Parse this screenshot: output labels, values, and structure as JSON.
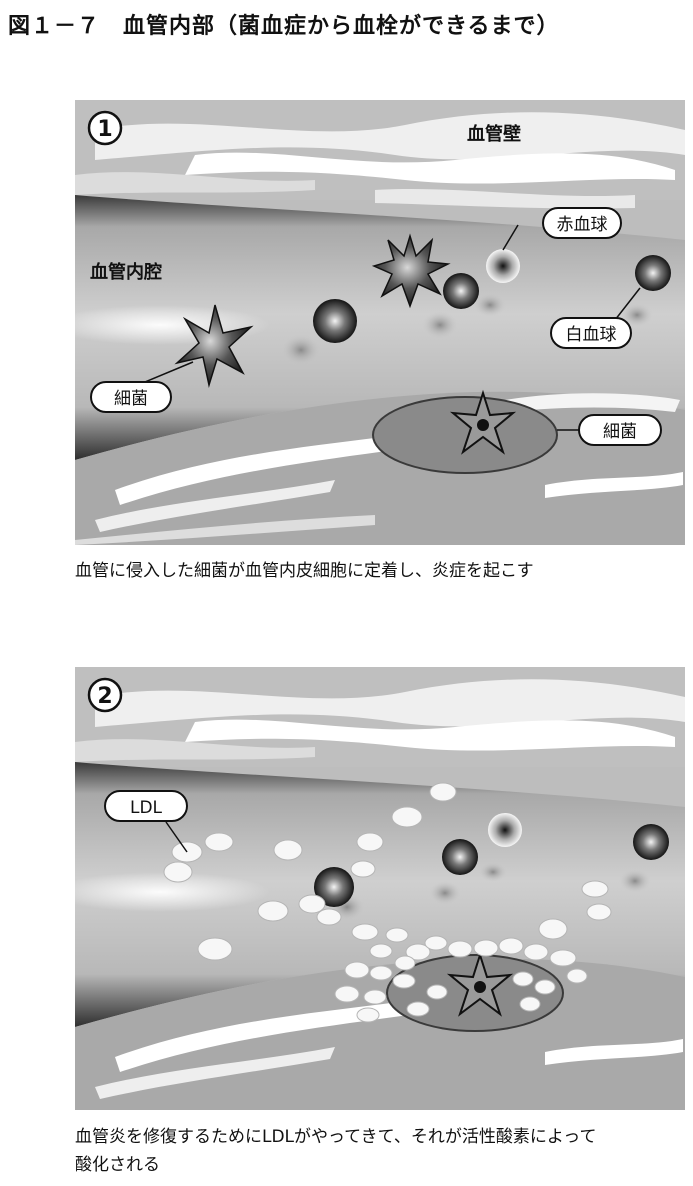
{
  "figure_title": "図１－７　血管内部（菌血症から血栓ができるまで）",
  "panel1": {
    "number": "1",
    "labels": {
      "vessel_wall": "血管壁",
      "lumen": "血管内腔",
      "red_blood_cell": "赤血球",
      "white_blood_cell": "白血球",
      "bacteria_blood": "細菌",
      "bacteria_wall": "細菌"
    },
    "caption": "血管に侵入した細菌が血管内皮細胞に定着し、炎症を起こす"
  },
  "panel2": {
    "number": "2",
    "labels": {
      "ldl": "LDL"
    },
    "caption_line1": "血管炎を修復するためにLDLがやってきて、それが活性酸素によって",
    "caption_line2": "酸化される"
  },
  "colors": {
    "wall_light": "#d2d2d2",
    "lumen": "#c8c8c8",
    "endothelium_dark": "#3a3a3a",
    "white_streak": "#ffffff",
    "plaque_fill": "#8a8a8a"
  }
}
